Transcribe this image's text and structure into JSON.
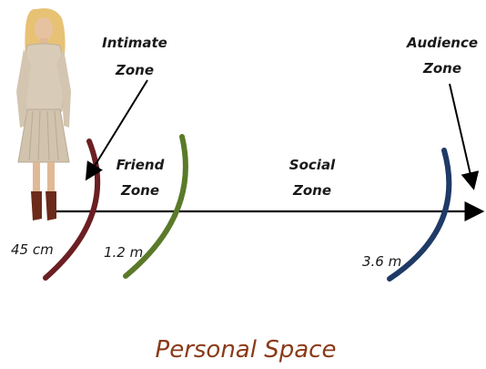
{
  "zones": {
    "intimate": {
      "line1": "Intimate",
      "line2": "Zone",
      "distance": "45 cm",
      "color": "#6b1f22"
    },
    "friend": {
      "line1": "Friend",
      "line2": "Zone",
      "distance": "1.2 m",
      "color": "#5a7a2a"
    },
    "social": {
      "line1": "Social",
      "line2": "Zone",
      "distance": "3.6 m",
      "color": "#1f3a66"
    },
    "audience": {
      "line1": "Audience",
      "line2": "Zone"
    }
  },
  "caption": "Personal Space",
  "colors": {
    "axis": "#000000",
    "caption": "#8a3a17",
    "figure_coat": "#d8cbb8"
  }
}
